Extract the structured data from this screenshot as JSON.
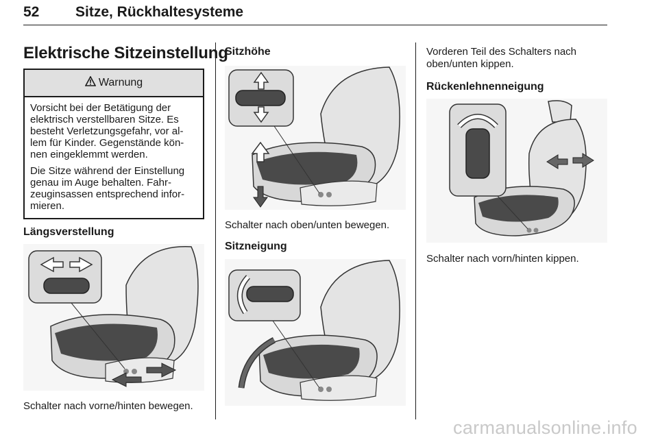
{
  "header": {
    "page_number": "52",
    "chapter": "Sitze, Rückhaltesysteme"
  },
  "section_title": "Elektrische Sitzeinstellung",
  "warning": {
    "icon": "warning-triangle-icon",
    "title": "Warnung",
    "paragraphs": [
      "Vorsicht bei der Betätigung der elektrisch verstellbaren Sitze. Es besteht Verletzungsgefahr, vor al-lem für Kinder. Gegenstände kön-nen eingeklemmt werden.",
      "Die Sitze während der Einstellung genau im Auge behalten. Fahr-zeuginsassen entsprechend infor-mieren."
    ]
  },
  "col1": {
    "heading": "Längsverstellung",
    "caption": "Schalter nach vorne/hinten bewegen."
  },
  "col2": {
    "heading1": "Sitzhöhe",
    "caption1": "Schalter nach oben/unten bewegen.",
    "heading2": "Sitzneigung"
  },
  "col3": {
    "intro": "Vorderen Teil des Schalters nach oben/unten kippen.",
    "heading": "Rückenlehnenneigung",
    "caption": "Schalter nach vorn/hinten kippen."
  },
  "watermark": "carmanualsonline.info"
}
